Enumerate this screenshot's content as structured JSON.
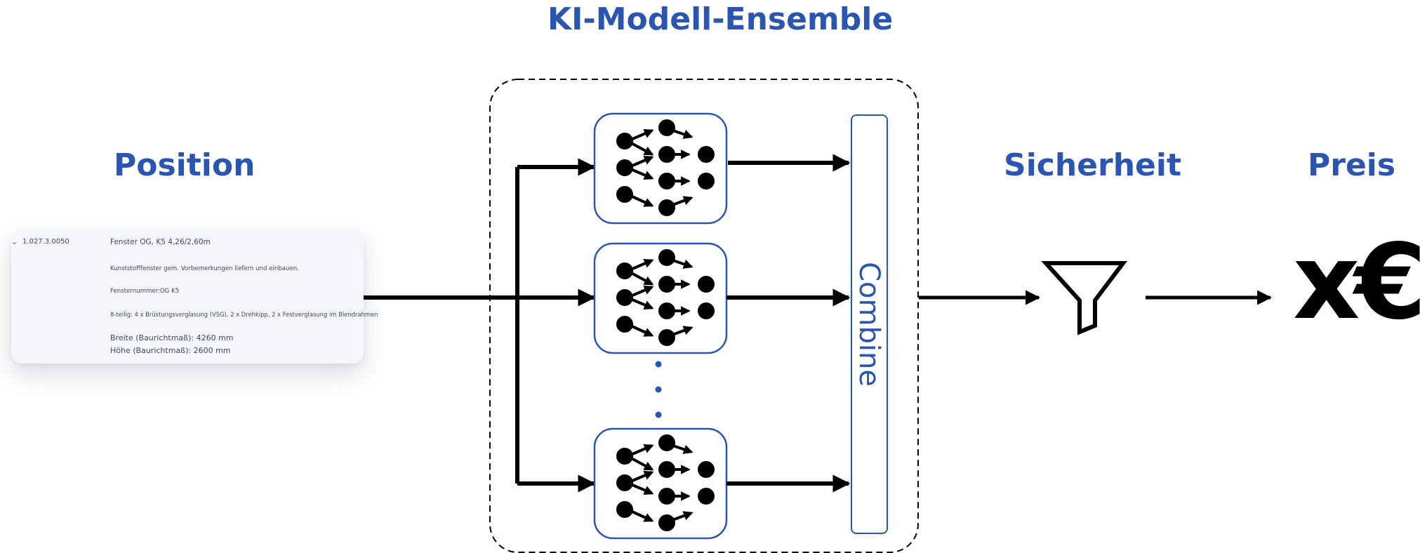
{
  "titles": {
    "ensemble": "KI-Modell-Ensemble",
    "position": "Position",
    "sicherheit": "Sicherheit",
    "preis": "Preis"
  },
  "position_card": {
    "chevron": "⌄",
    "id": "1.027.3.0050",
    "title": "Fenster OG, K5 4,26/2,60m",
    "line1": "Kunststofffenster gem. Vorbemerkungen liefern und einbauen.",
    "line2": "Fensternummer:OG K5",
    "line3": "8-teilig: 4 x Brüstungsverglasung (VSG), 2 x Drehkipp, 2 x Festverglasung im Blendrahmen",
    "line4": "Breite (Baurichtmaß): 4260 mm",
    "line5": "Höhe (Baurichtmaß): 2600 mm"
  },
  "combine_label": "Combine",
  "price_label": "x€",
  "icons": [
    "neural-network-icon",
    "funnel-icon"
  ],
  "colors": {
    "accent": "#2a55b0",
    "arrow": "#000000",
    "card_bg": "#f4f6fa"
  }
}
